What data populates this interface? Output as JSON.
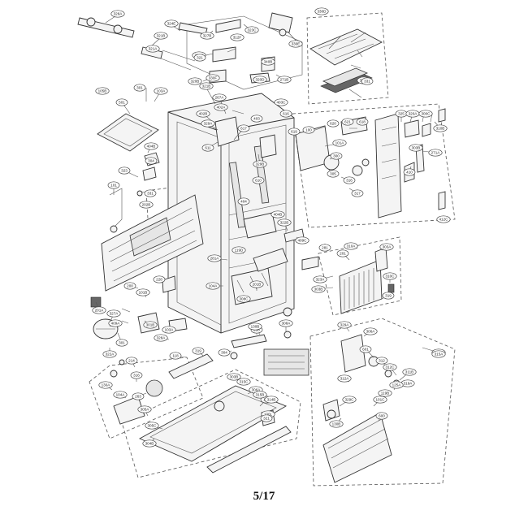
{
  "page_number": "5/17",
  "labels": [
    "328A",
    "324E",
    "321B",
    "321A",
    "327B",
    "323C",
    "312F",
    "330E",
    "340B",
    "330D",
    "324C",
    "321",
    "320B",
    "330F",
    "320D",
    "271B",
    "330A",
    "331",
    "105B",
    "301",
    "103A",
    "321B",
    "267A",
    "402A",
    "403",
    "403C",
    "402B",
    "329A",
    "611",
    "617",
    "329B",
    "610",
    "404",
    "404B",
    "619",
    "616",
    "100",
    "620",
    "621",
    "618",
    "101A",
    "300",
    "305",
    "316",
    "317",
    "325",
    "320A",
    "300C",
    "310B",
    "303B",
    "271A",
    "410",
    "412C",
    "501",
    "404B",
    "304",
    "323",
    "101",
    "331",
    "202B",
    "322B",
    "409C",
    "281",
    "201",
    "310A",
    "303A",
    "310C",
    "319",
    "323A",
    "303B",
    "281A",
    "119D",
    "201B",
    "104A",
    "308C",
    "308A",
    "218",
    "228",
    "200",
    "101B",
    "201A",
    "327A",
    "409A",
    "301",
    "322A",
    "214",
    "316",
    "130A",
    "104A",
    "263",
    "301B",
    "103A",
    "328A",
    "118",
    "319",
    "304",
    "130B",
    "303B",
    "306A",
    "121",
    "130L",
    "305A",
    "305C",
    "304B",
    "329A",
    "306A",
    "601",
    "312",
    "312C",
    "311B",
    "319A",
    "312A",
    "125A",
    "119B",
    "101C",
    "329C",
    "130B",
    "600",
    "305B",
    "315A",
    "315B",
    "315C",
    "314B",
    "321"
  ]
}
